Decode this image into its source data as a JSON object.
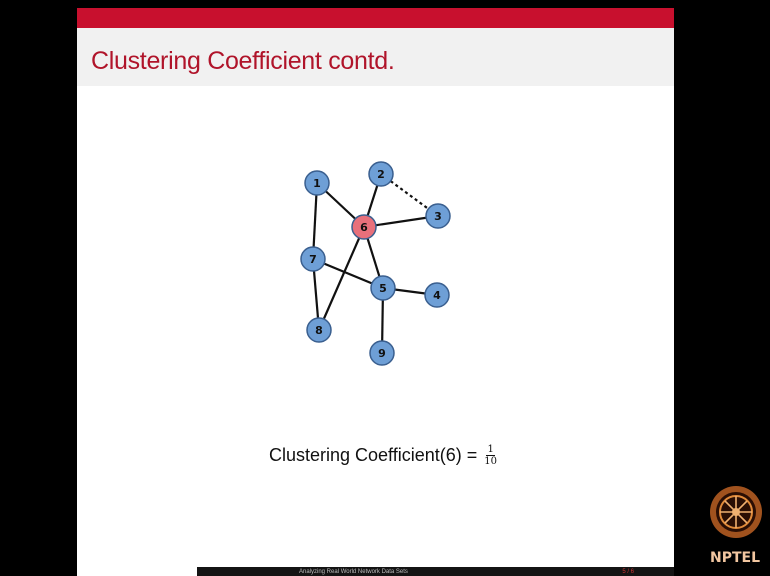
{
  "slide": {
    "title": "Clustering Coefficient contd.",
    "formula_label": "Clustering Coefficient(6) =",
    "fraction_numerator": "1",
    "fraction_denominator": "10"
  },
  "footer": {
    "text": "Analyzing Real World Network Data Sets",
    "page": "5 / 6"
  },
  "logo": {
    "text": "NPTEL"
  },
  "graph": {
    "nodes": [
      {
        "id": "1",
        "color": "#6e9fd6"
      },
      {
        "id": "2",
        "color": "#6e9fd6"
      },
      {
        "id": "3",
        "color": "#6e9fd6"
      },
      {
        "id": "4",
        "color": "#6e9fd6"
      },
      {
        "id": "5",
        "color": "#6e9fd6"
      },
      {
        "id": "6",
        "color": "#e8707b"
      },
      {
        "id": "7",
        "color": "#6e9fd6"
      },
      {
        "id": "8",
        "color": "#6e9fd6"
      },
      {
        "id": "9",
        "color": "#6e9fd6"
      }
    ],
    "edges": [
      {
        "from": "1",
        "to": "6",
        "style": "solid"
      },
      {
        "from": "1",
        "to": "7",
        "style": "solid"
      },
      {
        "from": "2",
        "to": "6",
        "style": "solid"
      },
      {
        "from": "6",
        "to": "3",
        "style": "solid"
      },
      {
        "from": "6",
        "to": "5",
        "style": "solid"
      },
      {
        "from": "6",
        "to": "8",
        "style": "solid"
      },
      {
        "from": "7",
        "to": "5",
        "style": "solid"
      },
      {
        "from": "7",
        "to": "8",
        "style": "solid"
      },
      {
        "from": "5",
        "to": "4",
        "style": "solid"
      },
      {
        "from": "5",
        "to": "9",
        "style": "solid"
      },
      {
        "from": "2",
        "to": "3",
        "style": "dashed"
      }
    ]
  },
  "colors": {
    "accent_red": "#c8102e",
    "title_red": "#b0142a",
    "node_blue": "#6e9fd6",
    "node_highlight": "#e8707b"
  }
}
